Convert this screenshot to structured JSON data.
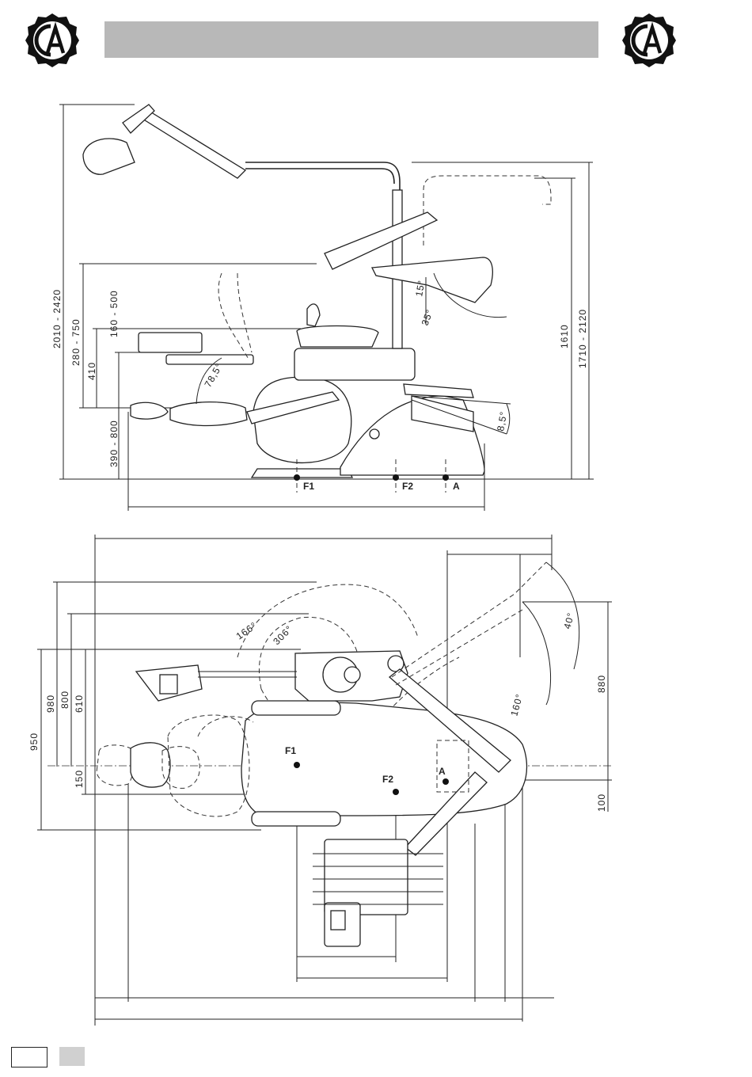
{
  "elevation": {
    "vertical_dims": [
      "2010 - 2420",
      "280 - 750",
      "410",
      "160 - 500",
      "390 - 800",
      "1610",
      "1710 - 2120"
    ],
    "angles": [
      "78,5°",
      "15°",
      "35°",
      "8,5°"
    ],
    "points": [
      "F1",
      "F2",
      "A"
    ]
  },
  "plan": {
    "left_dims": [
      "950",
      "980",
      "800",
      "610",
      "150"
    ],
    "right_dims": [
      "880",
      "100"
    ],
    "angles": [
      "166°",
      "306°",
      "40°",
      "160°"
    ],
    "points": [
      "F1",
      "F2",
      "A"
    ]
  }
}
